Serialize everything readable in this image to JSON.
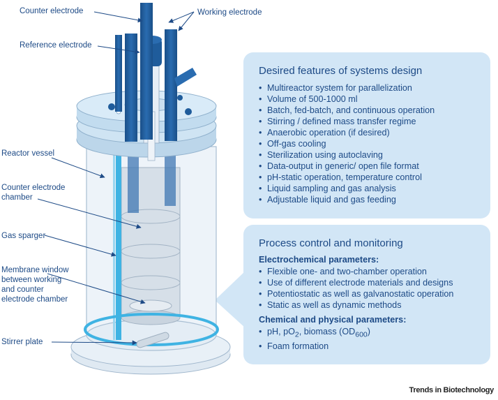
{
  "labels": {
    "counter_electrode": "Counter electrode",
    "working_electrode": "Working electrode",
    "reference_electrode": "Reference electrode",
    "reactor_vessel": "Reactor vessel",
    "counter_electrode_chamber": "Counter electrode chamber",
    "gas_sparger": "Gas sparger",
    "membrane_window": "Membrane window between working and counter electrode chamber",
    "stirrer_plate": "Stirrer plate"
  },
  "design_panel": {
    "title": "Desired features of systems design",
    "items": [
      "Multireactor system for parallelization",
      "Volume of 500-1000 ml",
      "Batch, fed-batch, and continuous operation",
      "Stirring / defined mass transfer regime",
      "Anaerobic operation (if desired)",
      "Off-gas cooling",
      "Sterilization using autoclaving",
      "Data-output in generic/ open file format",
      "pH-static operation, temperature control",
      "Liquid sampling and gas analysis",
      "Adjustable liquid and gas feeding"
    ]
  },
  "process_panel": {
    "title": "Process control and monitoring",
    "electrochem_heading": "Electrochemical parameters:",
    "electrochem_items": [
      "Flexible one- and two-chamber operation",
      "Use of different electrode materials and designs",
      "Potentiostatic as well as galvanostatic operation",
      "Static as well as dynamic methods"
    ],
    "chemphys_heading": "Chemical and physical parameters:",
    "chemphys_item1": {
      "pre": "pH, pO",
      "sub1": "2",
      "mid": ", biomass (OD",
      "sub2": "600",
      "post": ")"
    },
    "chemphys_item2": "Foam formation"
  },
  "brand": "Trends in Biotechnology",
  "colors": {
    "panel_bg": "#d2e6f6",
    "electrode_blue": "#1f5c9b",
    "text_blue": "#1d4a86",
    "sparger_cyan": "#3fb3e3"
  }
}
